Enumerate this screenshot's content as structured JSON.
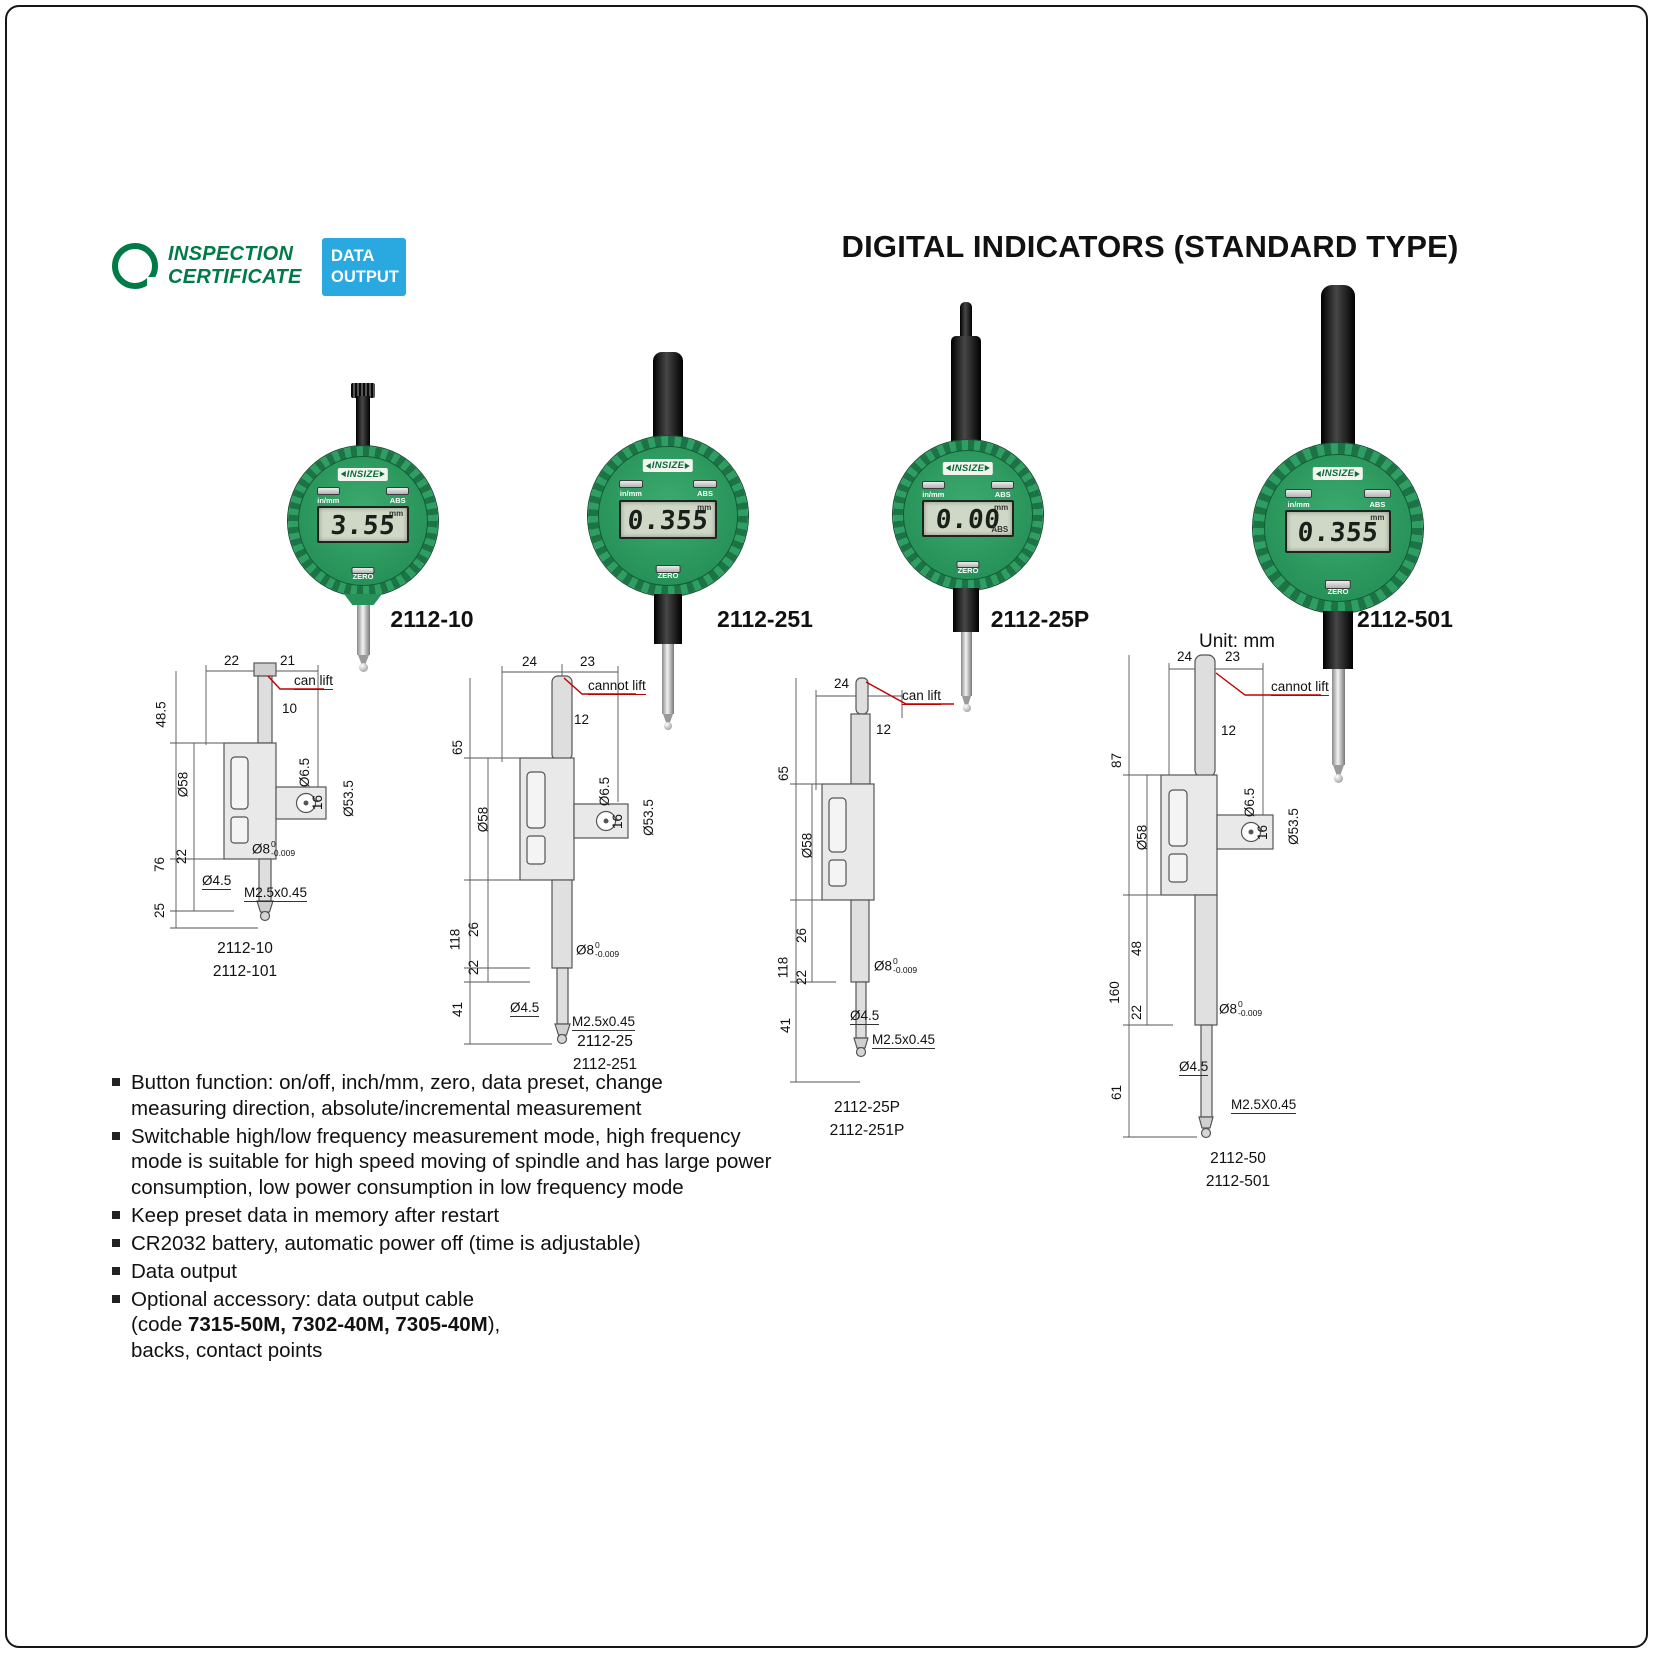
{
  "page": {
    "title": "DIGITAL INDICATORS (STANDARD TYPE)",
    "unit": "Unit: mm"
  },
  "header": {
    "certificate": {
      "line1": "INSPECTION",
      "line2": "CERTIFICATE"
    },
    "data_output": {
      "line1": "DATA",
      "line2": "OUTPUT"
    },
    "colors": {
      "certificate_green": "#007a47",
      "badge_blue": "#29a9e0",
      "gauge_green": "#2f9e62",
      "leader_red": "#c00000"
    }
  },
  "gauges": [
    {
      "model": "2112-10",
      "brand": "INSIZE",
      "display": "3.55",
      "lcd_unit": "mm",
      "btn_inmm": "in/mm",
      "btn_abs": "ABS",
      "btn_zero": "ZERO"
    },
    {
      "model": "2112-251",
      "brand": "INSIZE",
      "display": "0.355",
      "lcd_unit": "mm",
      "btn_inmm": "in/mm",
      "btn_abs": "ABS",
      "btn_zero": "ZERO"
    },
    {
      "model": "2112-25P",
      "brand": "INSIZE",
      "display": "0.00",
      "lcd_unit": "mm",
      "lcd_abs": "ABS",
      "btn_inmm": "in/mm",
      "btn_abs": "ABS",
      "btn_zero": "ZERO"
    },
    {
      "model": "2112-501",
      "brand": "INSIZE",
      "display": "0.355",
      "lcd_unit": "mm",
      "btn_inmm": "in/mm",
      "btn_abs": "ABS",
      "btn_zero": "ZERO"
    }
  ],
  "drawings": [
    {
      "codes": {
        "c1": "2112-10",
        "c2": "2112-101"
      },
      "lift": "can lift",
      "dims": {
        "top1": "22",
        "top2": "21",
        "stem": "10",
        "h1": "48.5",
        "body_dia": "Ø58",
        "h2": "76",
        "h3": "22",
        "h4": "25",
        "lug_hole": "Ø6.5",
        "lug_t": "16",
        "lug_dia": "Ø53.5",
        "bore": "Ø8",
        "tol_top": "0",
        "tol_bot": "-0.009",
        "tip": "Ø4.5",
        "thread": "M2.5x0.45"
      }
    },
    {
      "codes": {
        "c1": "2112-25",
        "c2": "2112-251"
      },
      "lift": "cannot lift",
      "dims": {
        "top1": "24",
        "top2": "23",
        "stem": "12",
        "h1": "65",
        "body_dia": "Ø58",
        "h2": "118",
        "h3": "26",
        "h4": "22",
        "h5": "41",
        "lug_hole": "Ø6.5",
        "lug_t": "16",
        "lug_dia": "Ø53.5",
        "bore": "Ø8",
        "tol_top": "0",
        "tol_bot": "-0.009",
        "tip": "Ø4.5",
        "thread": "M2.5x0.45"
      }
    },
    {
      "codes": {
        "c1": "2112-25P",
        "c2": "2112-251P"
      },
      "lift": "can lift",
      "dims": {
        "top1": "24",
        "stem": "12",
        "h1": "65",
        "body_dia": "Ø58",
        "h2": "118",
        "h3": "26",
        "h4": "22",
        "h5": "41",
        "bore": "Ø8",
        "tol_top": "0",
        "tol_bot": "-0.009",
        "tip": "Ø4.5",
        "thread": "M2.5x0.45"
      }
    },
    {
      "codes": {
        "c1": "2112-50",
        "c2": "2112-501"
      },
      "lift": "cannot lift",
      "dims": {
        "top1": "24",
        "top2": "23",
        "stem": "12",
        "h1": "87",
        "body_dia": "Ø58",
        "h2": "160",
        "h3": "48",
        "h4": "22",
        "h5": "61",
        "lug_hole": "Ø6.5",
        "lug_t": "16",
        "lug_dia": "Ø53.5",
        "bore": "Ø8",
        "tol_top": "0",
        "tol_bot": "-0.009",
        "tip": "Ø4.5",
        "thread": "M2.5X0.45"
      }
    }
  ],
  "features": [
    "Button function: on/off, inch/mm, zero, data preset, change\nmeasuring direction, absolute/incremental measurement",
    "Switchable high/low frequency measurement mode, high frequency\nmode is suitable for high speed moving of spindle and has large power\nconsumption, low power consumption in low frequency mode",
    "Keep preset data in memory after restart",
    "CR2032 battery, automatic power off (time is adjustable)",
    "Data output",
    {
      "line1": "Optional accessory: data output cable",
      "line2_pre": "(code ",
      "line2_bold": "7315-50M, 7302-40M, 7305-40M",
      "line2_post": "),",
      "line3": "backs, contact points"
    }
  ]
}
